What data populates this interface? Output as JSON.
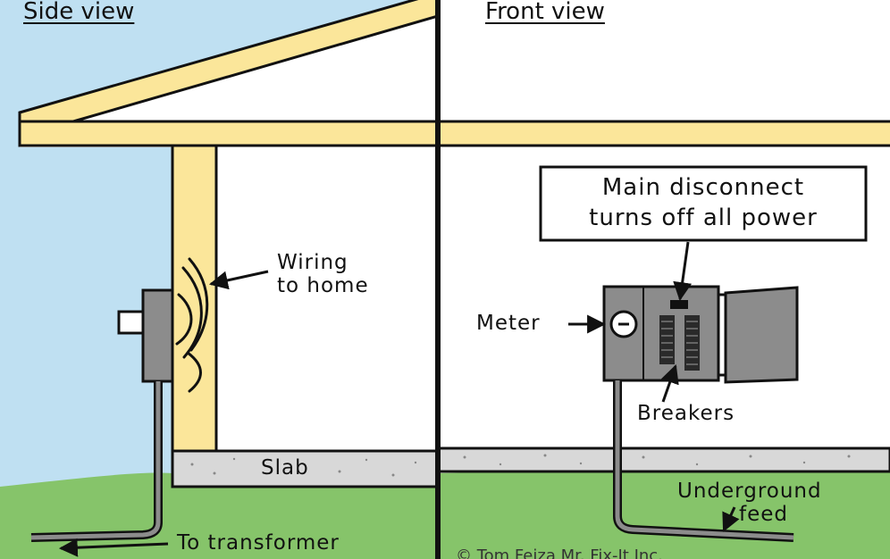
{
  "titles": {
    "side": "Side view",
    "front": "Front view"
  },
  "labels": {
    "wiring": [
      "Wiring",
      "to home"
    ],
    "slab": "Slab",
    "to_transformer": "To transformer",
    "meter": "Meter",
    "breakers": "Breakers",
    "underground": [
      "Underground",
      "feed"
    ],
    "main_disconnect": [
      "Main disconnect",
      "turns off all power"
    ],
    "credit": "© Tom Feiza Mr. Fix-It Inc."
  },
  "colors": {
    "sky": "#bfe0f2",
    "wall": "#ffffff",
    "wood": "#fbe69a",
    "grass": "#86c46a",
    "slab": "#d8d8d8",
    "panel": "#8c8c8c",
    "outline": "#111111"
  },
  "icons": [
    "meter-dial-icon",
    "breaker-icon",
    "arrow-icon"
  ]
}
